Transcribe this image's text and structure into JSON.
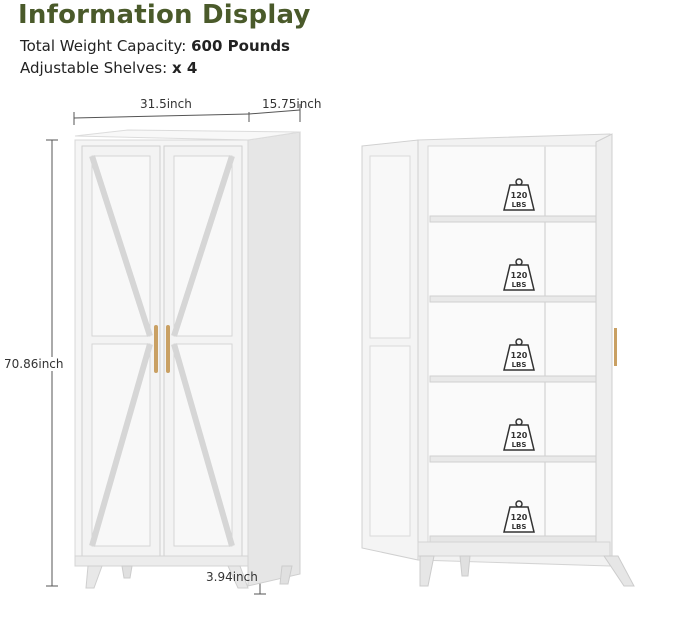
{
  "heading": "Information Display",
  "specs": [
    {
      "label": "Total Weight Capacity:",
      "value": "600 Pounds"
    },
    {
      "label": "Adjustable Shelves:",
      "value": "x 4"
    }
  ],
  "dimensions": {
    "width": "31.5inch",
    "depth": "15.75inch",
    "height": "70.86inch",
    "leg": "3.94inch"
  },
  "shelf_load": {
    "amount": "120",
    "unit": "LBS"
  },
  "colors": {
    "heading": "#4a5a2a",
    "cabinet": "#f4f4f4",
    "handle": "#c9a063"
  }
}
